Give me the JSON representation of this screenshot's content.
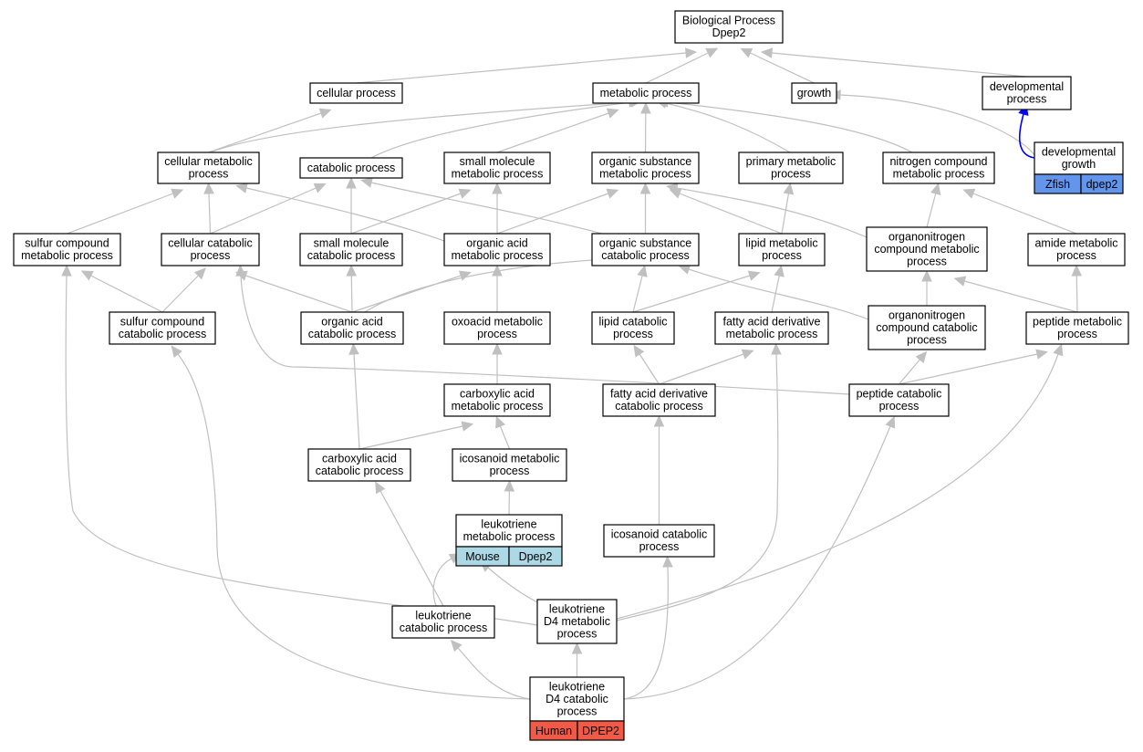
{
  "nodes": [
    {
      "id": "bp",
      "lines": [
        "Biological Process",
        "Dpep2"
      ]
    },
    {
      "id": "cp",
      "lines": [
        "cellular process"
      ]
    },
    {
      "id": "mp",
      "lines": [
        "metabolic process"
      ]
    },
    {
      "id": "gr",
      "lines": [
        "growth"
      ]
    },
    {
      "id": "dp",
      "lines": [
        "developmental",
        "process"
      ]
    },
    {
      "id": "cmp",
      "lines": [
        "cellular metabolic",
        "process"
      ]
    },
    {
      "id": "catp",
      "lines": [
        "catabolic process"
      ]
    },
    {
      "id": "smmp",
      "lines": [
        "small molecule",
        "metabolic process"
      ]
    },
    {
      "id": "osmp",
      "lines": [
        "organic substance",
        "metabolic process"
      ]
    },
    {
      "id": "pmp",
      "lines": [
        "primary metabolic",
        "process"
      ]
    },
    {
      "id": "ncmp",
      "lines": [
        "nitrogen compound",
        "metabolic process"
      ]
    },
    {
      "id": "dg",
      "lines": [
        "developmental",
        "growth"
      ]
    },
    {
      "id": "scmp",
      "lines": [
        "sulfur compound",
        "metabolic process"
      ]
    },
    {
      "id": "ccp",
      "lines": [
        "cellular catabolic",
        "process"
      ]
    },
    {
      "id": "smcp",
      "lines": [
        "small molecule",
        "catabolic process"
      ]
    },
    {
      "id": "oamp",
      "lines": [
        "organic acid",
        "metabolic process"
      ]
    },
    {
      "id": "oscp",
      "lines": [
        "organic substance",
        "catabolic process"
      ]
    },
    {
      "id": "lmp",
      "lines": [
        "lipid metabolic",
        "process"
      ]
    },
    {
      "id": "onmp",
      "lines": [
        "organonitrogen",
        "compound metabolic",
        "process"
      ]
    },
    {
      "id": "amp",
      "lines": [
        "amide metabolic",
        "process"
      ]
    },
    {
      "id": "sccp",
      "lines": [
        "sulfur compound",
        "catabolic process"
      ]
    },
    {
      "id": "oacp",
      "lines": [
        "organic acid",
        "catabolic process"
      ]
    },
    {
      "id": "oxmp",
      "lines": [
        "oxoacid metabolic",
        "process"
      ]
    },
    {
      "id": "lcp",
      "lines": [
        "lipid catabolic",
        "process"
      ]
    },
    {
      "id": "fadmp",
      "lines": [
        "fatty acid derivative",
        "metabolic process"
      ]
    },
    {
      "id": "oncp",
      "lines": [
        "organonitrogen",
        "compound catabolic",
        "process"
      ]
    },
    {
      "id": "pepmp",
      "lines": [
        "peptide metabolic",
        "process"
      ]
    },
    {
      "id": "camp",
      "lines": [
        "carboxylic acid",
        "metabolic process"
      ]
    },
    {
      "id": "fadcp",
      "lines": [
        "fatty acid derivative",
        "catabolic process"
      ]
    },
    {
      "id": "pepcp",
      "lines": [
        "peptide catabolic",
        "process"
      ]
    },
    {
      "id": "cacp",
      "lines": [
        "carboxylic acid",
        "catabolic process"
      ]
    },
    {
      "id": "icmp",
      "lines": [
        "icosanoid metabolic",
        "process"
      ]
    },
    {
      "id": "ltmp",
      "lines": [
        "leukotriene",
        "metabolic process"
      ]
    },
    {
      "id": "iccp",
      "lines": [
        "icosanoid catabolic",
        "process"
      ]
    },
    {
      "id": "ltcp",
      "lines": [
        "leukotriene",
        "catabolic process"
      ]
    },
    {
      "id": "ltd4mp",
      "lines": [
        "leukotriene",
        "D4 metabolic",
        "process"
      ]
    },
    {
      "id": "ltd4cp",
      "lines": [
        "leukotriene",
        "D4 catabolic",
        "process"
      ]
    }
  ],
  "tags": [
    {
      "node": "dg",
      "species": "Zfish",
      "gene": "dpep2",
      "color": "#6495ed"
    },
    {
      "node": "ltmp",
      "species": "Mouse",
      "gene": "Dpep2",
      "color": "#add8e6"
    },
    {
      "node": "ltd4cp",
      "species": "Human",
      "gene": "DPEP2",
      "color": "#f05a46"
    }
  ],
  "edges": [
    {
      "from": "cp",
      "to": "bp"
    },
    {
      "from": "mp",
      "to": "bp"
    },
    {
      "from": "gr",
      "to": "bp"
    },
    {
      "from": "dp",
      "to": "bp"
    },
    {
      "from": "cmp",
      "to": "cp"
    },
    {
      "from": "cmp",
      "to": "mp"
    },
    {
      "from": "catp",
      "to": "mp"
    },
    {
      "from": "smmp",
      "to": "mp"
    },
    {
      "from": "osmp",
      "to": "mp"
    },
    {
      "from": "pmp",
      "to": "mp"
    },
    {
      "from": "ncmp",
      "to": "mp"
    },
    {
      "from": "dg",
      "to": "gr"
    },
    {
      "from": "dg",
      "to": "dp",
      "highlight": true
    },
    {
      "from": "scmp",
      "to": "cmp"
    },
    {
      "from": "ccp",
      "to": "cmp"
    },
    {
      "from": "ccp",
      "to": "catp"
    },
    {
      "from": "smcp",
      "to": "catp"
    },
    {
      "from": "smcp",
      "to": "smmp"
    },
    {
      "from": "oamp",
      "to": "cmp"
    },
    {
      "from": "oamp",
      "to": "smmp"
    },
    {
      "from": "oamp",
      "to": "osmp"
    },
    {
      "from": "oscp",
      "to": "catp"
    },
    {
      "from": "oscp",
      "to": "osmp"
    },
    {
      "from": "lmp",
      "to": "osmp"
    },
    {
      "from": "lmp",
      "to": "pmp"
    },
    {
      "from": "onmp",
      "to": "osmp"
    },
    {
      "from": "onmp",
      "to": "ncmp"
    },
    {
      "from": "amp",
      "to": "ncmp"
    },
    {
      "from": "sccp",
      "to": "scmp"
    },
    {
      "from": "sccp",
      "to": "ccp"
    },
    {
      "from": "oacp",
      "to": "ccp"
    },
    {
      "from": "oacp",
      "to": "smcp"
    },
    {
      "from": "oacp",
      "to": "oamp"
    },
    {
      "from": "oacp",
      "to": "oscp"
    },
    {
      "from": "oxmp",
      "to": "oamp"
    },
    {
      "from": "lcp",
      "to": "oscp"
    },
    {
      "from": "lcp",
      "to": "lmp"
    },
    {
      "from": "fadmp",
      "to": "lmp"
    },
    {
      "from": "oncp",
      "to": "oscp"
    },
    {
      "from": "oncp",
      "to": "onmp"
    },
    {
      "from": "pepmp",
      "to": "amp"
    },
    {
      "from": "pepmp",
      "to": "onmp"
    },
    {
      "from": "camp",
      "to": "oxmp"
    },
    {
      "from": "fadcp",
      "to": "lcp"
    },
    {
      "from": "fadcp",
      "to": "fadmp"
    },
    {
      "from": "pepcp",
      "to": "ccp"
    },
    {
      "from": "pepcp",
      "to": "oncp"
    },
    {
      "from": "pepcp",
      "to": "pepmp"
    },
    {
      "from": "cacp",
      "to": "oacp"
    },
    {
      "from": "cacp",
      "to": "camp"
    },
    {
      "from": "icmp",
      "to": "camp"
    },
    {
      "from": "ltmp",
      "to": "icmp"
    },
    {
      "from": "iccp",
      "to": "fadcp"
    },
    {
      "from": "ltcp",
      "to": "cacp"
    },
    {
      "from": "ltcp",
      "to": "ltmp"
    },
    {
      "from": "ltd4mp",
      "to": "ltmp"
    },
    {
      "from": "ltd4mp",
      "to": "scmp"
    },
    {
      "from": "ltd4mp",
      "to": "fadmp"
    },
    {
      "from": "ltd4mp",
      "to": "pepmp"
    },
    {
      "from": "ltd4cp",
      "to": "ltcp"
    },
    {
      "from": "ltd4cp",
      "to": "ltd4mp"
    },
    {
      "from": "ltd4cp",
      "to": "iccp"
    },
    {
      "from": "ltd4cp",
      "to": "sccp"
    },
    {
      "from": "ltd4cp",
      "to": "pepcp"
    }
  ]
}
